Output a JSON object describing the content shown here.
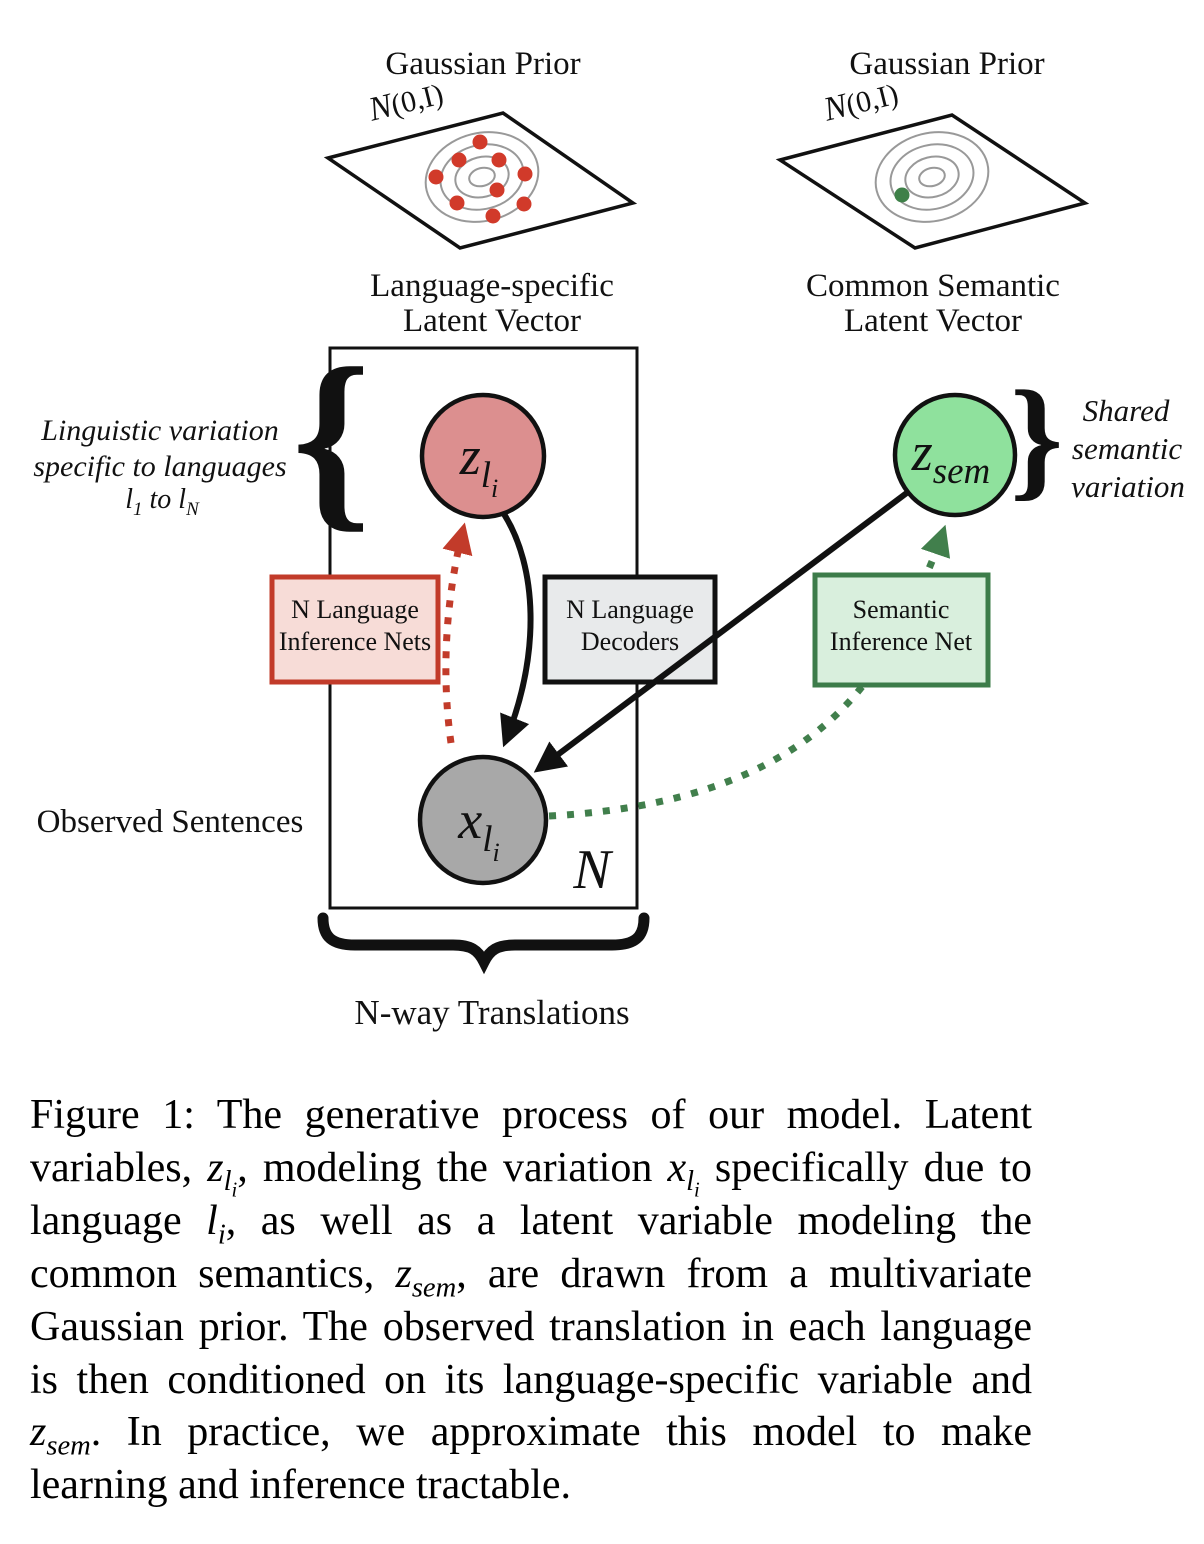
{
  "figure": {
    "priors": {
      "left": {
        "title": "Gaussian Prior",
        "dist_n": "N",
        "dist_rest": "(0,I)"
      },
      "right": {
        "title": "Gaussian Prior",
        "dist_n": "N",
        "dist_rest": "(0,I)"
      }
    },
    "headings": {
      "left_line1": "Language-specific",
      "left_line2": "Latent Vector",
      "right_line1": "Common Semantic",
      "right_line2": "Latent Vector"
    },
    "nodes": {
      "z_li": {
        "base": "z",
        "sub": "l",
        "subsub": "i"
      },
      "z_sem": {
        "base": "z",
        "sub": "sem"
      },
      "x_li": {
        "base": "x",
        "sub": "l",
        "subsub": "i"
      }
    },
    "boxes": {
      "inference": {
        "line1": "N Language",
        "line2": "Inference Nets"
      },
      "decoders": {
        "line1": "N Language",
        "line2": "Decoders"
      },
      "semantic": {
        "line1": "Semantic",
        "line2": "Inference Net"
      }
    },
    "annotations": {
      "left_line1": "Linguistic variation",
      "left_line2": "specific to languages",
      "left_l": "l",
      "left_sub1": "1",
      "left_to": " to ",
      "left_l2": "l",
      "left_subN": "N",
      "right_line1": "Shared",
      "right_line2": "semantic",
      "right_line3": "variation",
      "observed": "Observed Sentences",
      "plate_index": "N",
      "bottom_label": "N-way Translations"
    },
    "braces": {
      "left": "{",
      "right": "}"
    }
  },
  "caption": {
    "s0": "Figure 1: The generative process of our model. Latent variables, ",
    "m1": {
      "base": "z",
      "sub": "l",
      "subsub": "i"
    },
    "s1": ", modeling the variation ",
    "m2": {
      "base": "x",
      "sub": "l",
      "subsub": "i"
    },
    "s2": " specifically due to language ",
    "m3": {
      "base": "l",
      "sub": "i"
    },
    "s3": ", as well as a latent variable modeling the common semantics, ",
    "m4": {
      "base": "z",
      "sub": "sem"
    },
    "s4": ", are drawn from a multivariate Gaussian prior. The observed translation in each language is then conditioned on its language-specific variable and ",
    "m5": {
      "base": "z",
      "sub": "sem"
    },
    "s5": ". In practice, we approximate this model to make learning and inference tractable."
  },
  "colors": {
    "node_language": "#dc8f8f",
    "node_semantic": "#8fe19d",
    "node_observed": "#a8a8a8",
    "red_accent": "#c23b2a",
    "green_accent": "#417f4c",
    "dark_green_border": "#3d7c4a",
    "box_inference_fill": "#f7dcd7",
    "box_decoder_fill": "#e8eaeb",
    "box_semantic_fill": "#d9efdd",
    "dot_red": "#d13a2a",
    "dot_green": "#3e8048",
    "contour_gray": "#999999",
    "ink": "#111111"
  }
}
